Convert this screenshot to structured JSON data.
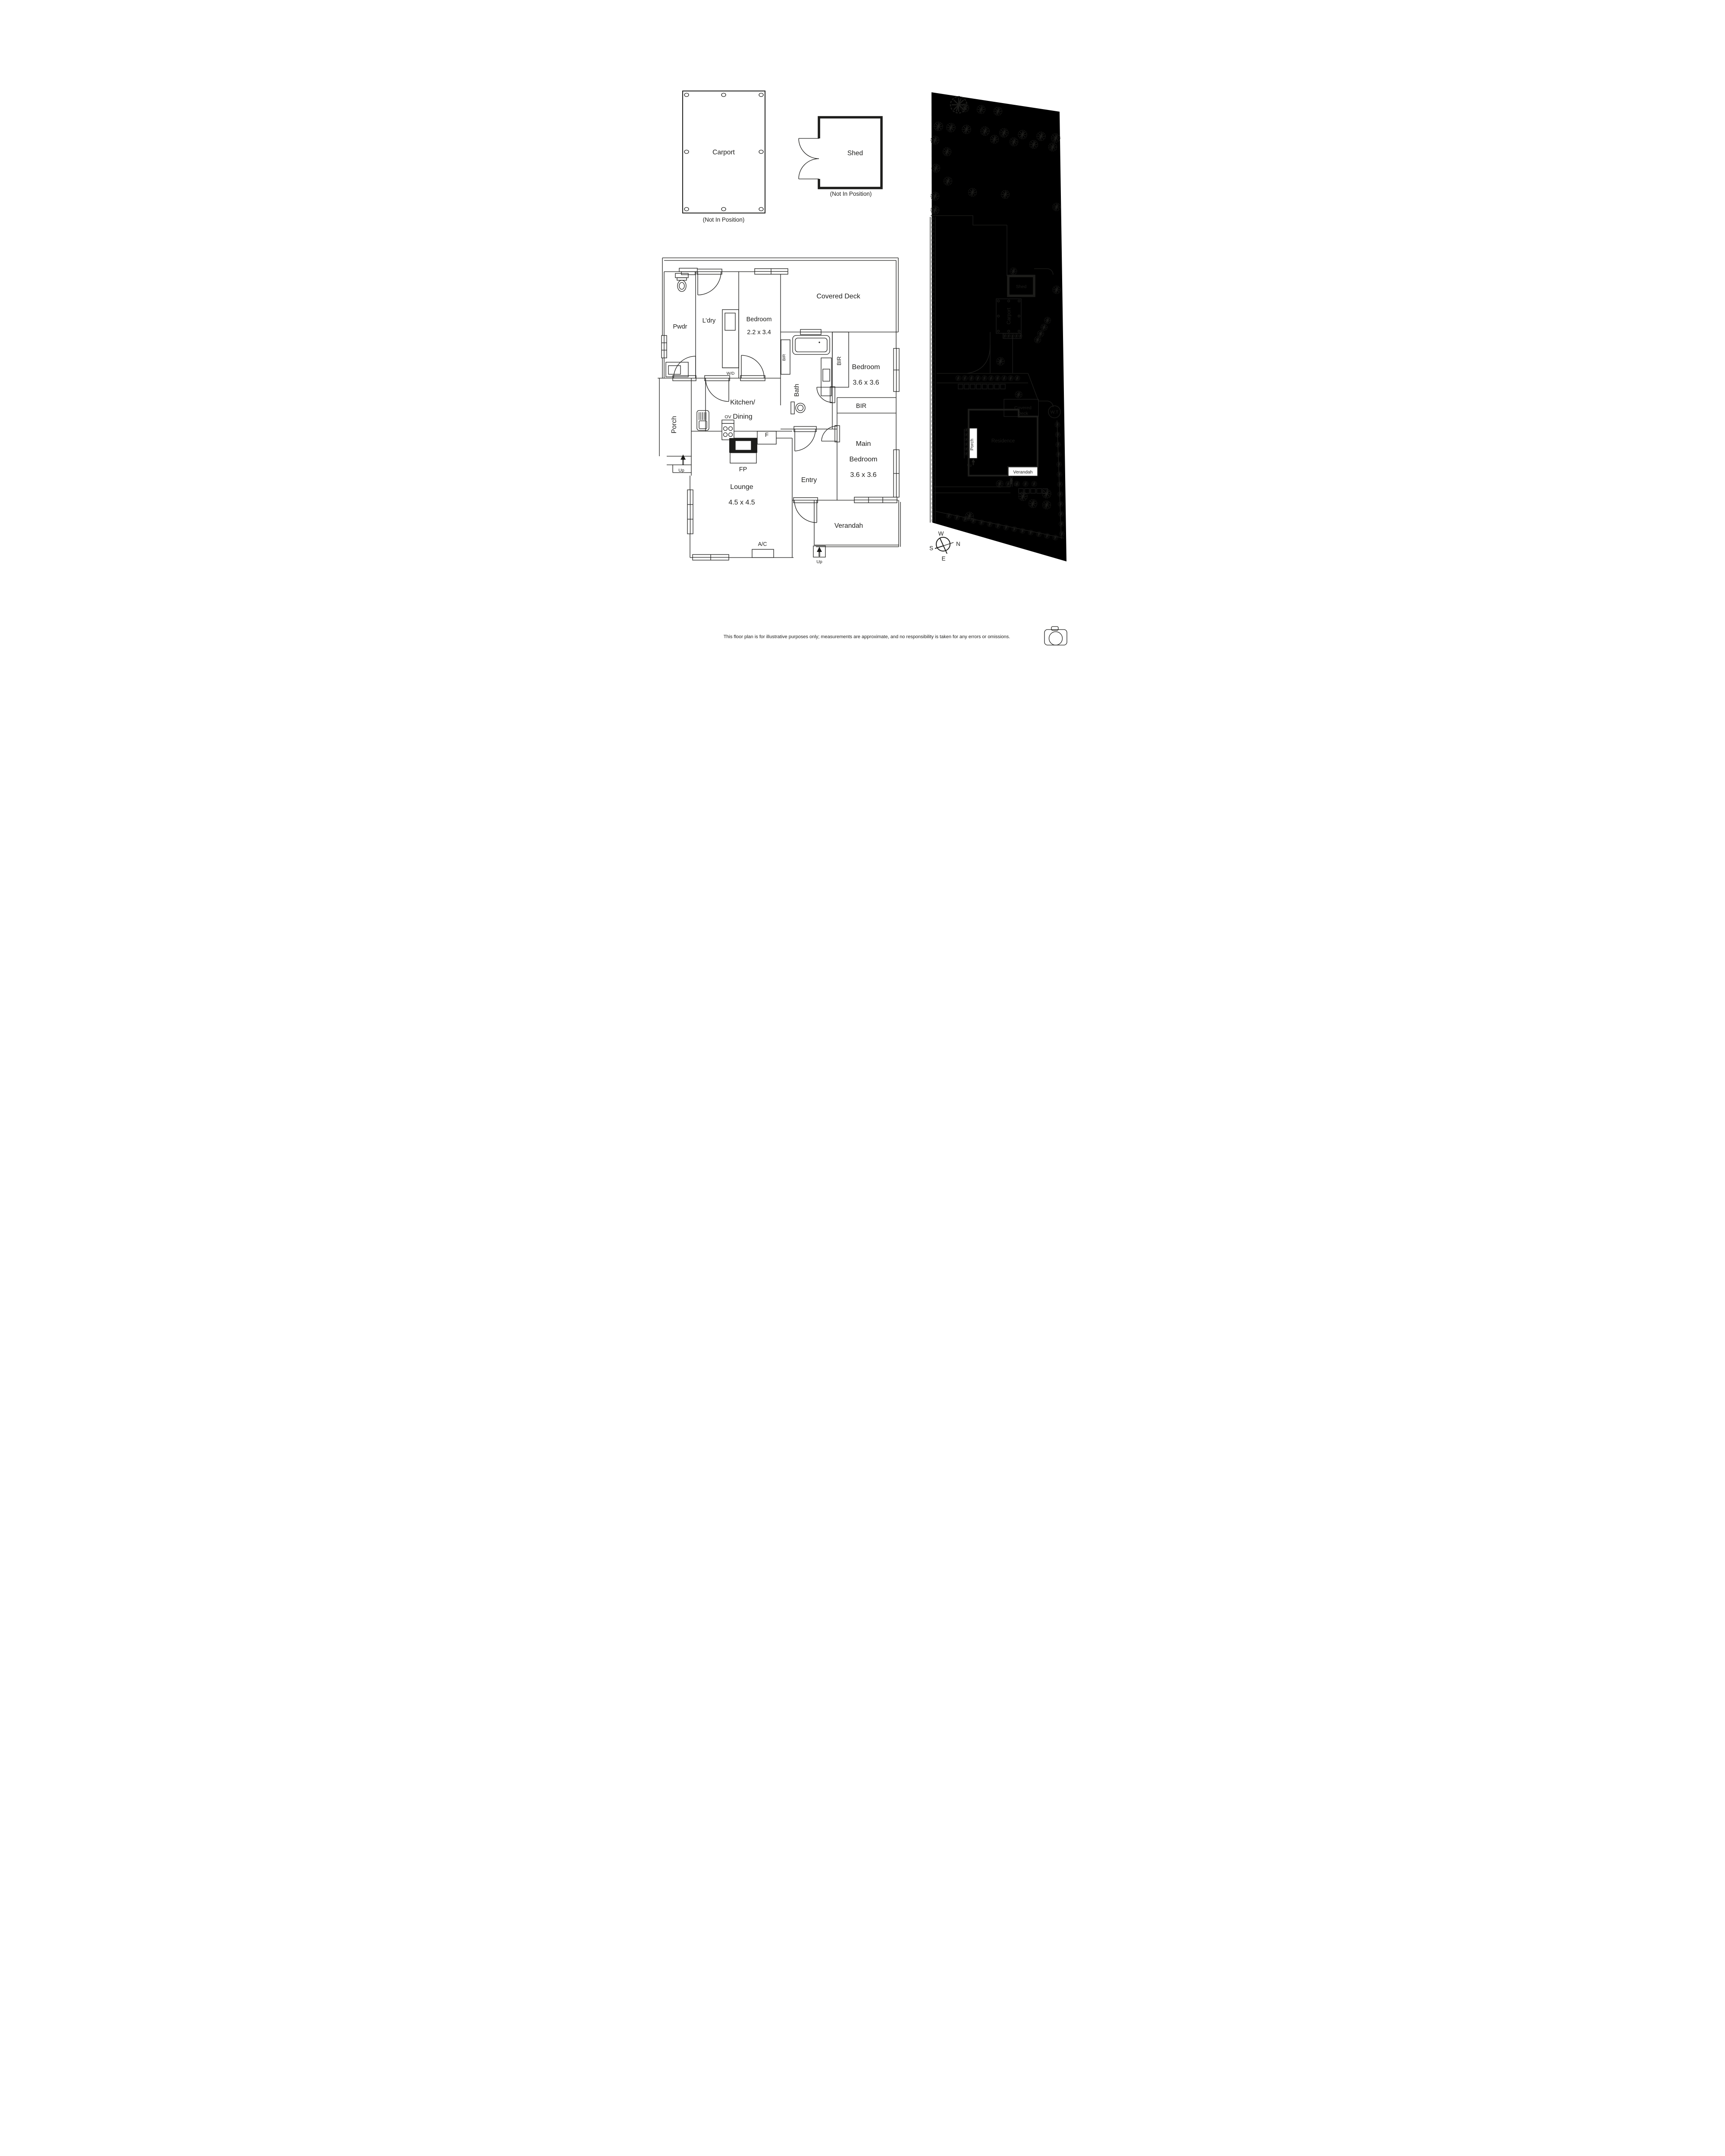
{
  "header_diagrams": {
    "carport": {
      "label": "Carport",
      "note": "(Not In Position)"
    },
    "shed": {
      "label": "Shed",
      "note": "(Not In Position)"
    }
  },
  "floor_plan": {
    "covered_deck": "Covered Deck",
    "pwdr": "Pwdr",
    "ldry": "L’dry",
    "wd": "W/D",
    "bedroom2": {
      "name": "Bedroom",
      "dims": "2.2 x 3.4"
    },
    "bir": "BIR",
    "bath": "Bath",
    "bedroom3": {
      "name": "Bedroom",
      "dims": "3.6 x 3.6"
    },
    "main_bedroom": {
      "line1": "Main",
      "line2": "Bedroom",
      "dims": "3.6 x 3.6"
    },
    "kitchen": {
      "line1": "Kitchen/",
      "line2": "Dining"
    },
    "porch": "Porch",
    "lounge": {
      "name": "Lounge",
      "dims": "4.5 x 4.5"
    },
    "entry": "Entry",
    "verandah": "Verandah",
    "ov": "OV",
    "f": "F",
    "fp": "FP",
    "ac": "A/C",
    "up": "Up"
  },
  "site_plan": {
    "shed": "Shed",
    "carport": "Carport",
    "covered_deck": {
      "line1": "Covered",
      "line2": "Deck"
    },
    "residence": "Residence",
    "porch": "Porch",
    "verandah": "Verandah",
    "water_tank": "W.T",
    "up": "Up",
    "compass": {
      "w": "W",
      "n": "N",
      "s": "S",
      "e": "E"
    }
  },
  "footer": {
    "disclaimer": "This floor plan is for illustrative purposes only; measurements are approximate, and no responsibility is taken for any errors or omissions."
  }
}
